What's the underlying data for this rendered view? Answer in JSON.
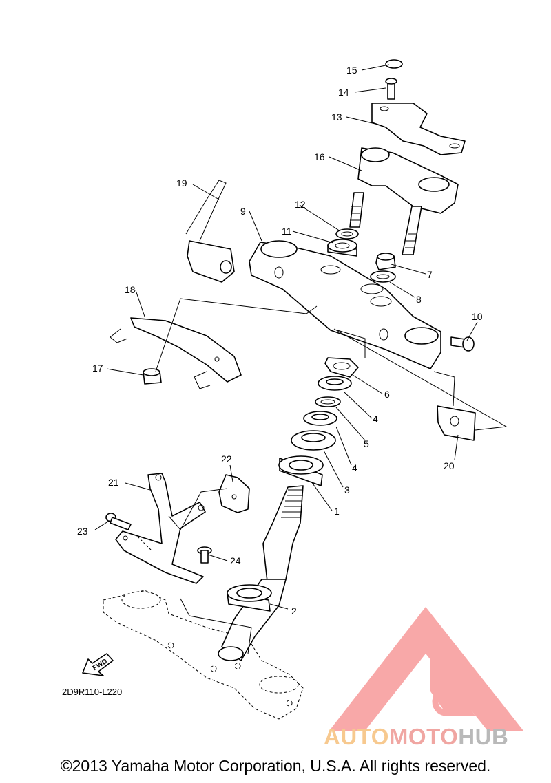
{
  "diagram": {
    "callouts": [
      {
        "num": "1"
      },
      {
        "num": "2"
      },
      {
        "num": "3"
      },
      {
        "num": "4"
      },
      {
        "num": "4"
      },
      {
        "num": "5"
      },
      {
        "num": "6"
      },
      {
        "num": "7"
      },
      {
        "num": "8"
      },
      {
        "num": "9"
      },
      {
        "num": "10"
      },
      {
        "num": "11"
      },
      {
        "num": "12"
      },
      {
        "num": "13"
      },
      {
        "num": "14"
      },
      {
        "num": "15"
      },
      {
        "num": "16"
      },
      {
        "num": "17"
      },
      {
        "num": "18"
      },
      {
        "num": "19"
      },
      {
        "num": "20"
      },
      {
        "num": "21"
      },
      {
        "num": "22"
      },
      {
        "num": "23"
      },
      {
        "num": "24"
      }
    ],
    "fwd_label": "FWD",
    "diagram_code": "2D9R110-L220"
  },
  "watermark": {
    "word_part1": "AUTO",
    "word_part2": "MOTO",
    "word_part3": "HUB",
    "color_triangle": "#f79a9a",
    "color_auto": "#f7c98f",
    "color_moto": "#f0a6a2",
    "color_hub": "#b9b9b9"
  },
  "footer": {
    "copyright": "©2013 Yamaha Motor Corporation, U.S.A. All rights reserved."
  }
}
